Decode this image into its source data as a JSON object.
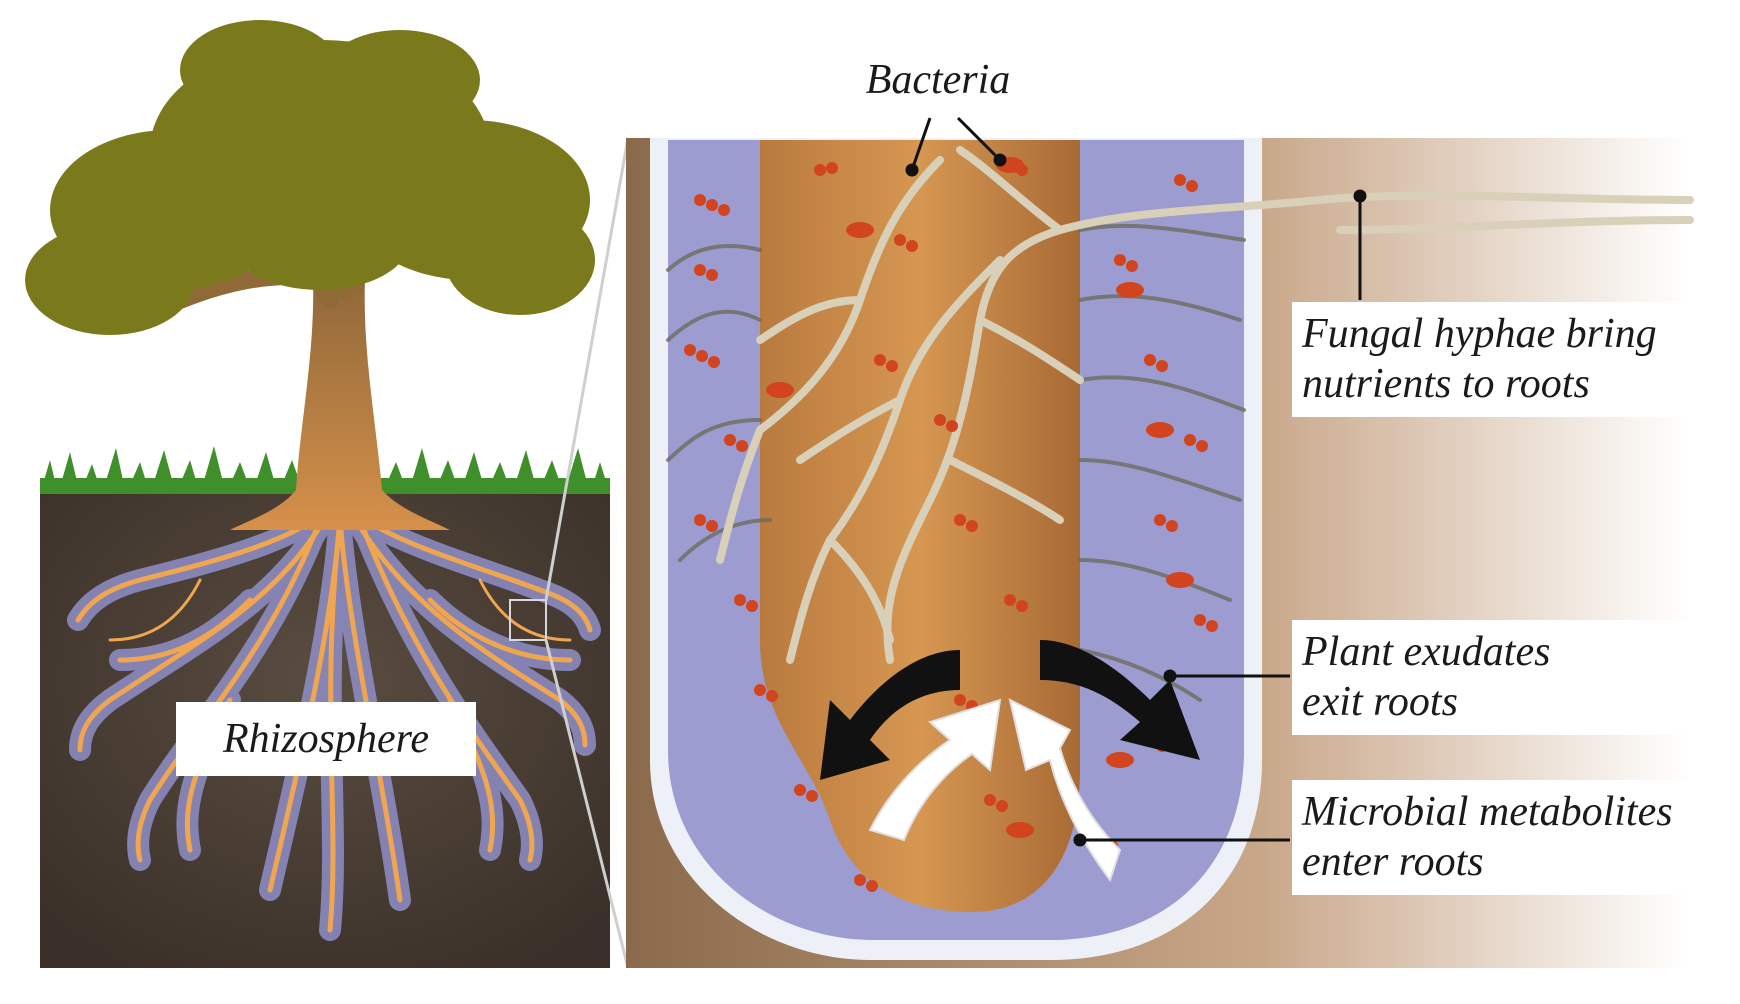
{
  "labels": {
    "rhizosphere": "Rhizosphere",
    "bacteria": "Bacteria",
    "fungal_hyphae": "Fungal hyphae bring\nnutrients to roots",
    "plant_exudates": "Plant exudates\nexit roots",
    "microbial_metabolites": "Microbial metabolites\nenter roots"
  },
  "colors": {
    "canopy": "#7a7a1c",
    "trunk": "#9a6a3a",
    "grass": "#3f8f2a",
    "soil": "#4a3f36",
    "root": "#f0a550",
    "root_halo": "#8f8fc8",
    "rhizosphere_zone": "#9c9cd0",
    "root_core": "#c98a48",
    "bacteria": "#d2441e",
    "hyphae": "#d8d0b8",
    "exudate_arrow": "#111111",
    "metabolite_arrow": "#ffffff"
  }
}
